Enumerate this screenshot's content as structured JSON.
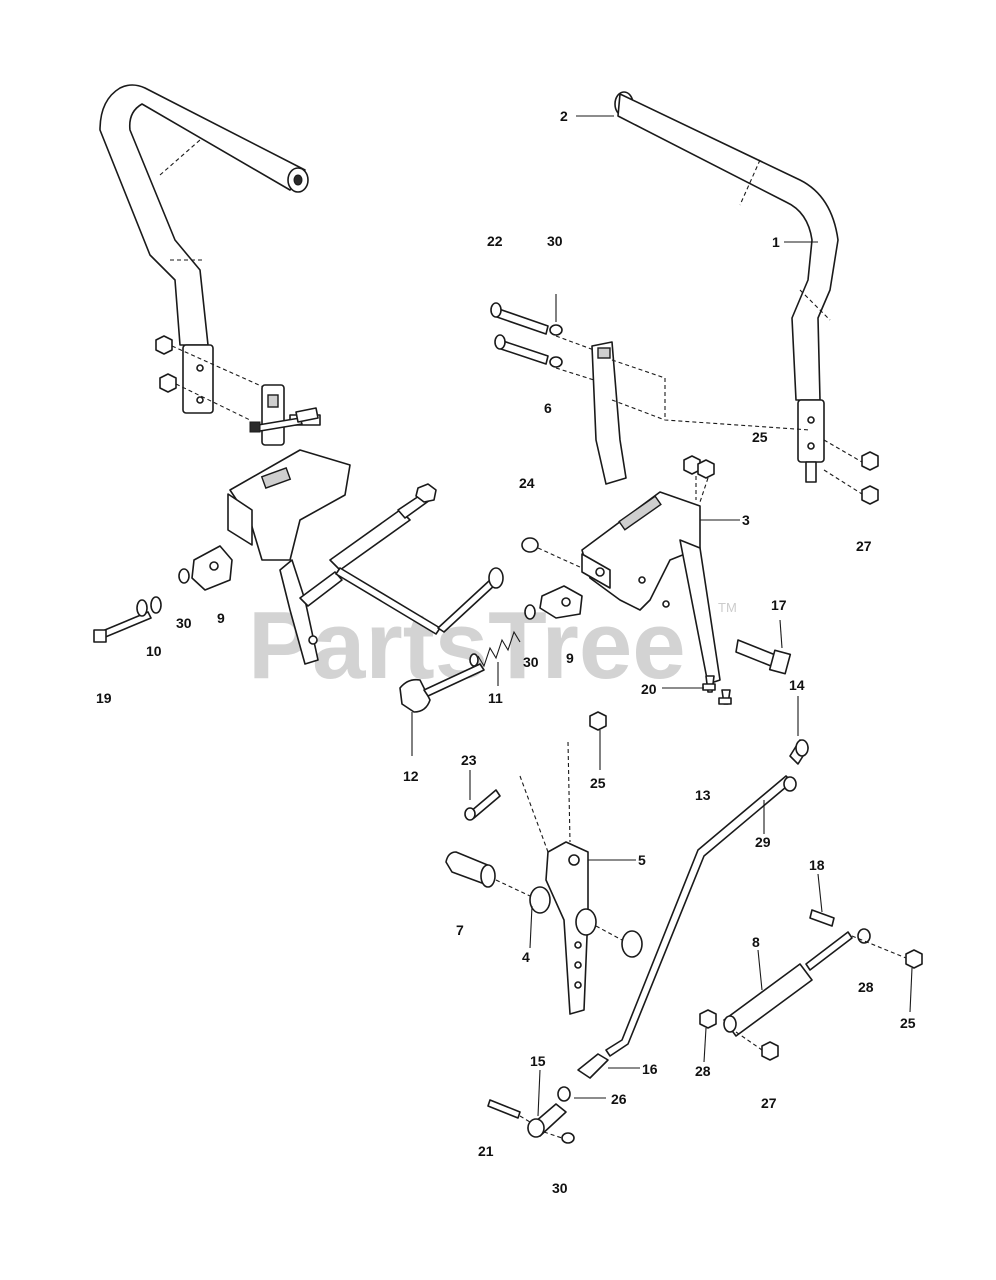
{
  "watermark": {
    "text": "PartsTree",
    "trademark": "TM"
  },
  "callouts": [
    {
      "label": "2"
    },
    {
      "label": "22"
    },
    {
      "label": "30"
    },
    {
      "label": "1"
    },
    {
      "label": "6"
    },
    {
      "label": "24"
    },
    {
      "label": "25"
    },
    {
      "label": "3"
    },
    {
      "label": "27"
    },
    {
      "label": "30"
    },
    {
      "label": "9"
    },
    {
      "label": "10"
    },
    {
      "label": "19"
    },
    {
      "label": "30"
    },
    {
      "label": "9"
    },
    {
      "label": "17"
    },
    {
      "label": "11"
    },
    {
      "label": "20"
    },
    {
      "label": "14"
    },
    {
      "label": "12"
    },
    {
      "label": "23"
    },
    {
      "label": "25"
    },
    {
      "label": "13"
    },
    {
      "label": "29"
    },
    {
      "label": "5"
    },
    {
      "label": "18"
    },
    {
      "label": "7"
    },
    {
      "label": "4"
    },
    {
      "label": "8"
    },
    {
      "label": "28"
    },
    {
      "label": "25"
    },
    {
      "label": "28"
    },
    {
      "label": "16"
    },
    {
      "label": "15"
    },
    {
      "label": "26"
    },
    {
      "label": "27"
    },
    {
      "label": "21"
    },
    {
      "label": "30"
    }
  ],
  "colors": {
    "line": "#1a1a1a",
    "background": "#ffffff",
    "watermark": "#cccccc"
  }
}
